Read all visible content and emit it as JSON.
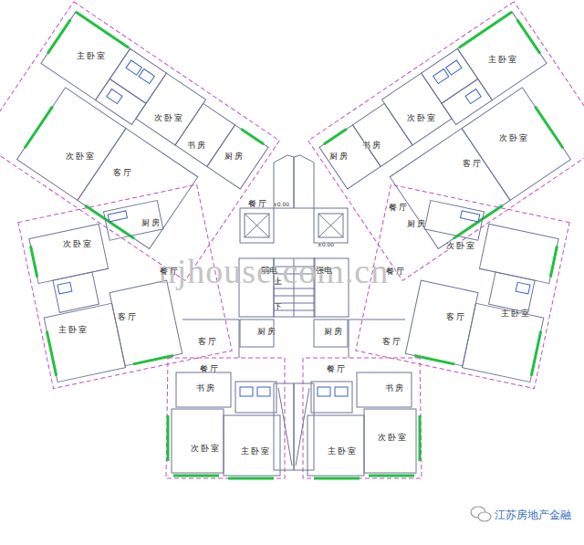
{
  "diagram": {
    "labels": [
      "主卧室",
      "次卧室",
      "书房",
      "厨房",
      "次卧室",
      "客厅",
      "餐厅",
      "±0.00",
      "主卧室",
      "次卧室",
      "书房",
      "厨房",
      "次卧室",
      "客厅",
      "餐厅",
      "±0.00",
      "厨房",
      "次卧室",
      "餐厅",
      "客厅",
      "主卧室",
      "客厅",
      "厨房",
      "餐厅",
      "书房",
      "次卧室",
      "主卧室",
      "次卧室",
      "厨房",
      "餐厅",
      "客厅",
      "主卧室",
      "客厅",
      "厨房",
      "餐厅",
      "书房",
      "次卧室",
      "主卧室",
      "弱电",
      "强电",
      "上",
      "下",
      "njhouse.com.cn",
      "江苏房地产金融"
    ]
  }
}
